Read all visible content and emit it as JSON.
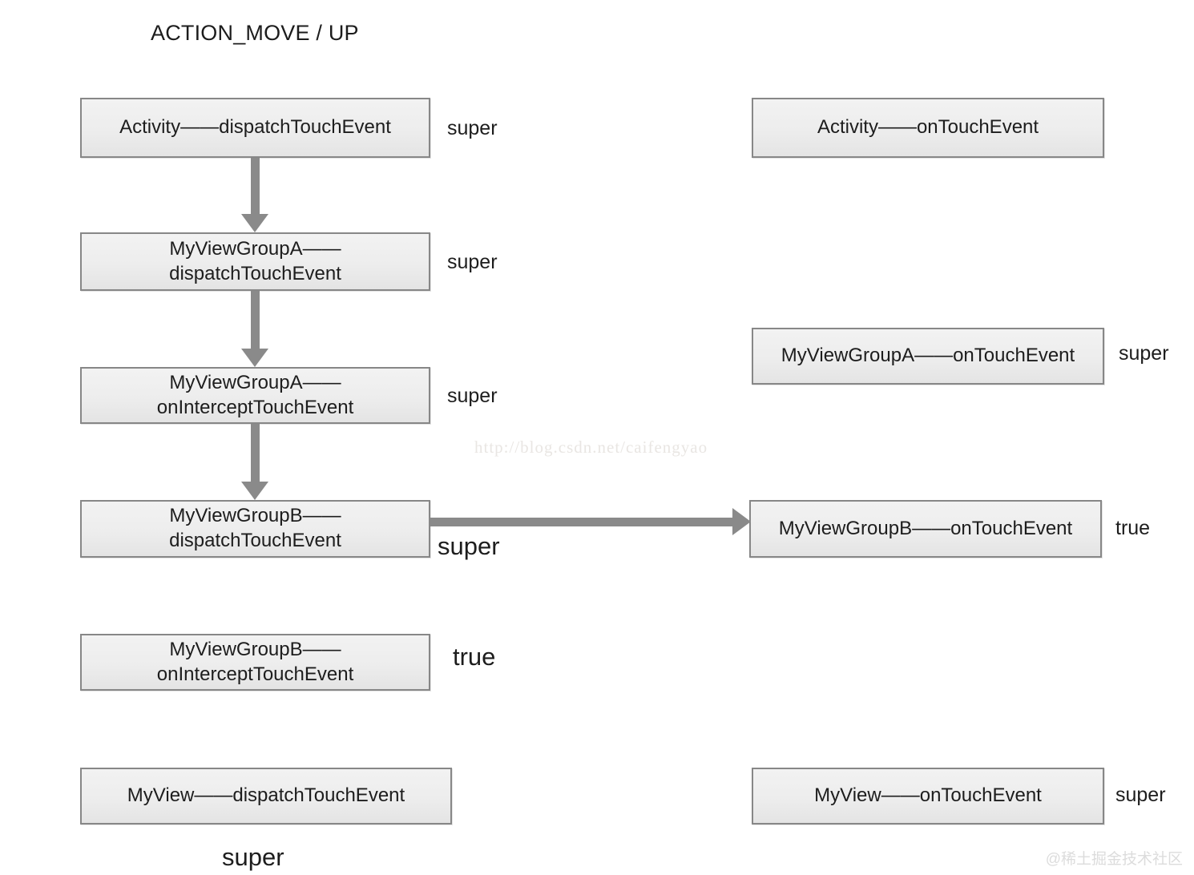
{
  "title": "ACTION_MOVE / UP",
  "left_column": {
    "nodes": [
      {
        "id": "activity-dispatch",
        "text": "Activity——dispatchTouchEvent"
      },
      {
        "id": "viewgroupa-dispatch",
        "text": "MyViewGroupA——\ndispatchTouchEvent"
      },
      {
        "id": "viewgroupa-onintercept",
        "text": "MyViewGroupA——\nonInterceptTouchEvent"
      },
      {
        "id": "viewgroupb-dispatch",
        "text": "MyViewGroupB——\ndispatchTouchEvent"
      },
      {
        "id": "viewgroupb-onintercept",
        "text": "MyViewGroupB——\nonInterceptTouchEvent"
      },
      {
        "id": "myview-dispatch",
        "text": "MyView——dispatchTouchEvent"
      }
    ],
    "labels": [
      {
        "id": "label-activity-dispatch",
        "text": "super"
      },
      {
        "id": "label-viewgroupa-dispatch",
        "text": "super"
      },
      {
        "id": "label-viewgroupa-onintercept",
        "text": "super"
      },
      {
        "id": "label-viewgroupb-dispatch",
        "text": "super"
      },
      {
        "id": "label-viewgroupb-onintercept",
        "text": "true"
      },
      {
        "id": "label-myview-dispatch",
        "text": "super"
      }
    ]
  },
  "right_column": {
    "nodes": [
      {
        "id": "activity-ontouch",
        "text": "Activity——onTouchEvent"
      },
      {
        "id": "viewgroupa-ontouch",
        "text": "MyViewGroupA——onTouchEvent"
      },
      {
        "id": "viewgroupb-ontouch",
        "text": "MyViewGroupB——onTouchEvent"
      },
      {
        "id": "myview-ontouch",
        "text": "MyView——onTouchEvent"
      }
    ],
    "labels": [
      {
        "id": "label-viewgroupa-ontouch",
        "text": "super"
      },
      {
        "id": "label-viewgroupb-ontouch",
        "text": "true"
      },
      {
        "id": "label-myview-ontouch",
        "text": "super"
      }
    ]
  },
  "watermarks": {
    "url": "http://blog.csdn.net/caifengyao",
    "corner": "@稀土掘金技术社区"
  },
  "colors": {
    "node_border": "#878787",
    "node_fill": "#ededed",
    "arrow": "#8a8a8a",
    "text": "#1d1d1d"
  }
}
